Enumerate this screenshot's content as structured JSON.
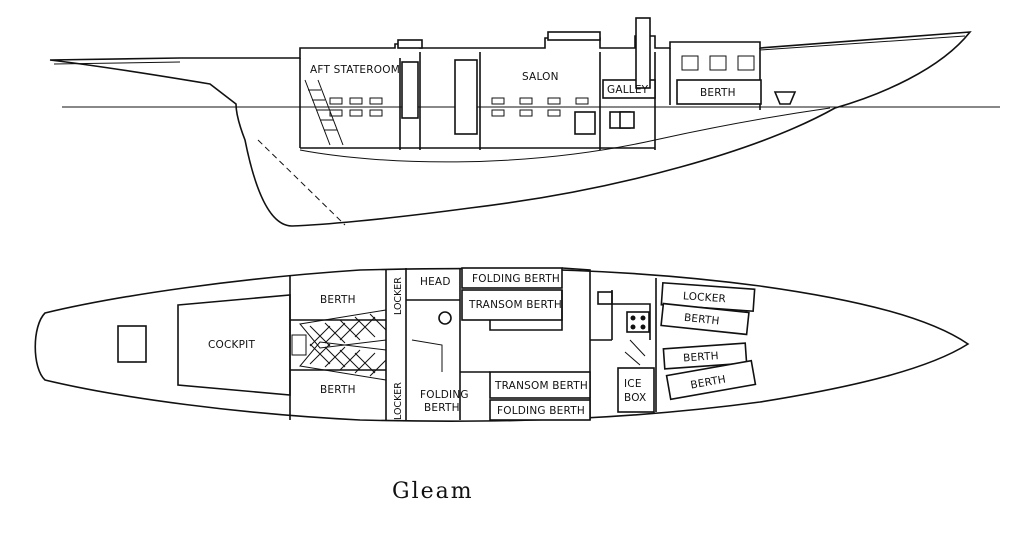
{
  "title": "Gleam",
  "profile_labels": {
    "aft_stateroom": "AFT STATEROOM",
    "salon": "SALON",
    "galley": "GALLEY",
    "berth": "BERTH"
  },
  "plan_labels": {
    "cockpit": "COCKPIT",
    "berth_port_aft": "BERTH",
    "berth_stbd_aft": "BERTH",
    "locker_port": "LOCKER",
    "locker_stbd": "LOCKER",
    "head": "HEAD",
    "folding_berth_port": "FOLDING BERTH",
    "transom_berth_port": "TRANSOM BERTH",
    "folding_berth_mid": "FOLDING",
    "folding_berth_mid_2": "BERTH",
    "transom_berth_stbd": "TRANSOM BERTH",
    "folding_berth_stbd": "FOLDING BERTH",
    "ice_box_1": "ICE",
    "ice_box_2": "BOX",
    "locker_fwd": "LOCKER",
    "berth_fwd_port": "BERTH",
    "berth_fwd_1": "BERTH",
    "berth_fwd_2": "BERTH"
  }
}
